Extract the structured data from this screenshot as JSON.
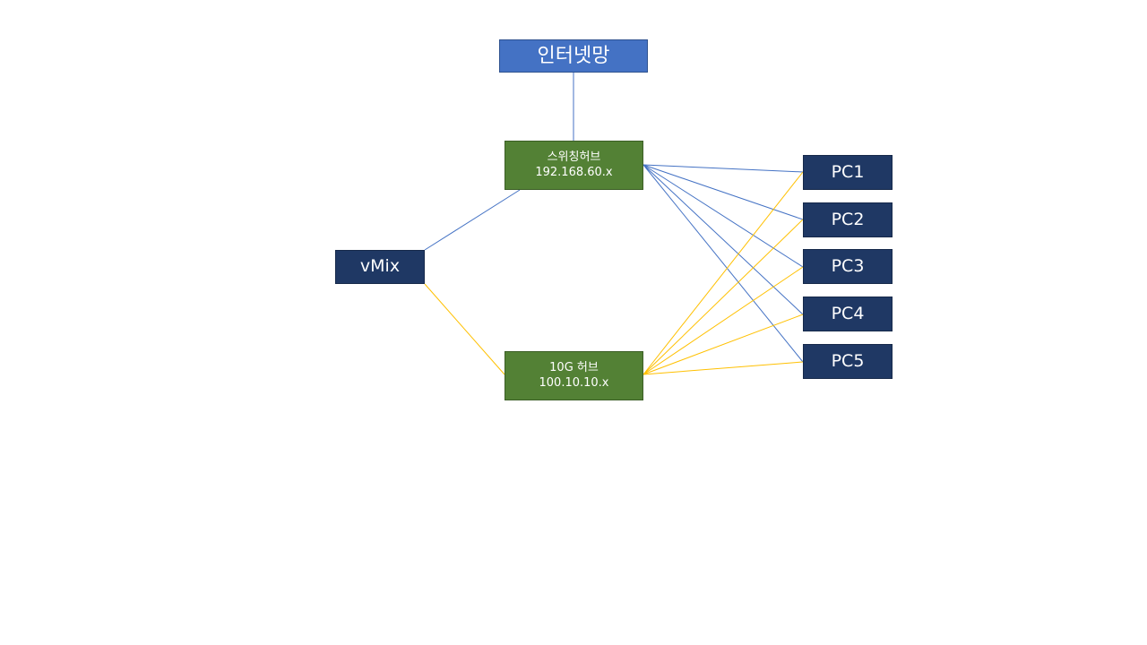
{
  "diagram": {
    "colors": {
      "blue_link": "#4472c4",
      "yellow_link": "#ffc000",
      "internet_fill": "#4472c4",
      "hub_fill": "#538135",
      "device_fill": "#1f3864"
    },
    "nodes": {
      "internet": {
        "label": "인터넷망"
      },
      "switch_hub": {
        "label": "스위칭허브",
        "ip": "192.168.60.x"
      },
      "hub_10g": {
        "label": "10G 허브",
        "ip": "100.10.10.x"
      },
      "vmix": {
        "label": "vMix"
      },
      "pcs": [
        {
          "label": "PC1"
        },
        {
          "label": "PC2"
        },
        {
          "label": "PC3"
        },
        {
          "label": "PC4"
        },
        {
          "label": "PC5"
        }
      ]
    }
  }
}
